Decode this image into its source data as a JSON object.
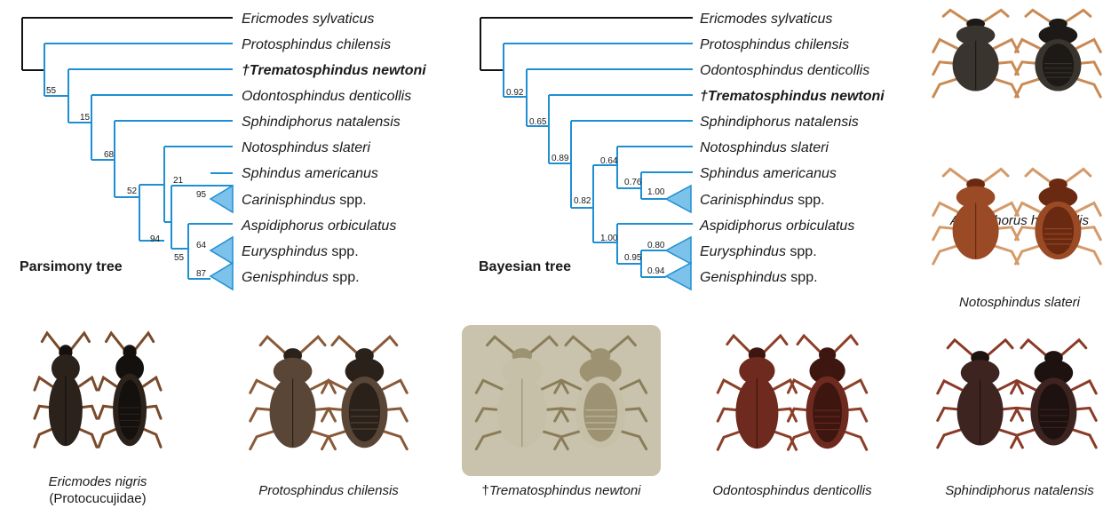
{
  "colors": {
    "branch": "#1f8fd4",
    "root_branch": "#111111",
    "clade_fill": "#7cc2eb",
    "fossil_panel": "#c9c3ad"
  },
  "parsimony": {
    "title": "Parsimony tree",
    "taxa": [
      {
        "name": "Ericmodes sylvaticus"
      },
      {
        "name": "Protosphindus chilensis"
      },
      {
        "dagger": "†",
        "name": "Trematosphindus newtoni"
      },
      {
        "name": "Odontosphindus denticollis"
      },
      {
        "name": "Sphindiphorus natalensis"
      },
      {
        "name": "Notosphindus slateri"
      },
      {
        "name": "Sphindus americanus"
      },
      {
        "name": "Carinisphindus",
        "suffix": " spp."
      },
      {
        "name": "Aspidiphorus orbiculatus"
      },
      {
        "name": "Eurysphindus",
        "suffix": " spp."
      },
      {
        "name": "Genisphindus",
        "suffix": " spp."
      }
    ],
    "supports": [
      "55",
      "15",
      "68",
      "52",
      "21",
      "95",
      "94",
      "64",
      "55",
      "87"
    ]
  },
  "bayesian": {
    "title": "Bayesian tree",
    "taxa": [
      {
        "name": "Ericmodes sylvaticus"
      },
      {
        "name": "Protosphindus chilensis"
      },
      {
        "name": "Odontosphindus denticollis"
      },
      {
        "dagger": "†",
        "name": "Trematosphindus newtoni"
      },
      {
        "name": "Sphindiphorus natalensis"
      },
      {
        "name": "Notosphindus slateri"
      },
      {
        "name": "Sphindus americanus"
      },
      {
        "name": "Carinisphindus",
        "suffix": " spp."
      },
      {
        "name": "Aspidiphorus orbiculatus"
      },
      {
        "name": "Eurysphindus",
        "suffix": " spp."
      },
      {
        "name": "Genisphindus",
        "suffix": " spp."
      }
    ],
    "supports": [
      "0.92",
      "0.65",
      "0.89",
      "0.82",
      "0.64",
      "0.76",
      "1.00",
      "1.00",
      "0.80",
      "0.95",
      "0.94"
    ]
  },
  "specimens": [
    {
      "name": "Aspidiphorus humeralis",
      "palette": "dark"
    },
    {
      "name": "Notosphindus slateri",
      "palette": "reddish"
    },
    {
      "name": "Ericmodes nigris",
      "note": "(Protocucujidae)",
      "palette": "blackish"
    },
    {
      "name": "Protosphindus chilensis",
      "palette": "mottled"
    },
    {
      "dagger": "†",
      "name": "Trematosphindus newtoni",
      "palette": "amber"
    },
    {
      "name": "Odontosphindus denticollis",
      "palette": "maroon"
    },
    {
      "name": "Sphindiphorus natalensis",
      "palette": "dark-red"
    }
  ]
}
